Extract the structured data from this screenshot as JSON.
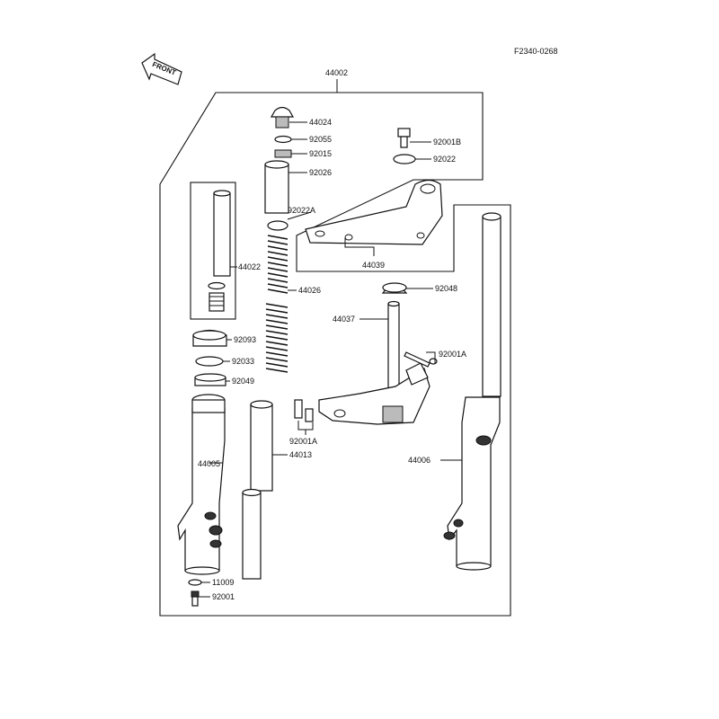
{
  "drawing_code": "F2340-0268",
  "front_label": "FRONT",
  "parts": {
    "p44002": "44002",
    "p44024": "44024",
    "p92055": "92055",
    "p92015": "92015",
    "p92026": "92026",
    "p92022A": "92022A",
    "p92001B": "92001B",
    "p92022": "92022",
    "p44039": "44039",
    "p44022": "44022",
    "p44026": "44026",
    "p92048": "92048",
    "p44037": "44037",
    "p92093": "92093",
    "p92001A_right": "92001A",
    "p92033": "92033",
    "p92049": "92049",
    "p92001A_left": "92001A",
    "p44005": "44005",
    "p44013": "44013",
    "p44006": "44006",
    "p11009": "11009",
    "p92001": "92001"
  }
}
